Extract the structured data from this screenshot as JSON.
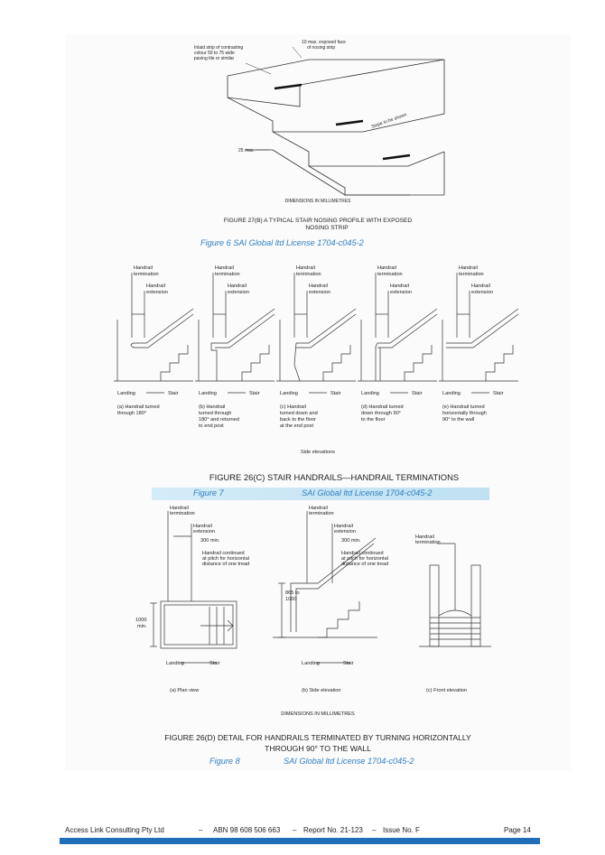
{
  "fig6": {
    "labels": {
      "inlaid": [
        "Inlaid strip of contrasting",
        "colour 50 to 75 wide",
        "paving tile or similar"
      ],
      "exposed": [
        "10 max. exposed face",
        "of nosing strip"
      ],
      "max25": "25 max.",
      "slope": "Slope to be shown",
      "dimensions": "DIMENSIONS IN MILLIMETRES",
      "caption1": "FIGURE 27(B) A TYPICAL STAIR NOSING PROFILE WITH EXPOSED",
      "caption2": "NOSING STRIP"
    },
    "ref": "Figure 6  SAI Global ltd License 1704-c045-2"
  },
  "fig7": {
    "termination": [
      "Handrail",
      "termination"
    ],
    "extension": [
      "Handrail",
      "extension"
    ],
    "landing": "Landing",
    "stair": "Stair",
    "variants": [
      [
        "(a) Handrail turned",
        "through 180°"
      ],
      [
        "(b) Handrail",
        "turned through",
        "180° and returned",
        "to end post"
      ],
      [
        "(c) Handrail",
        "turned down and",
        "back to the floor",
        "at the end post"
      ],
      [
        "(d) Handrail turned",
        "down through 90°",
        "to the floor"
      ],
      [
        "(e) Handrail turned",
        "horizontally through",
        "90° to the wall"
      ]
    ],
    "side": "Side elevations",
    "caption": "FIGURE 26(C) STAIR HANDRAILS—HANDRAIL TERMINATIONS",
    "ref_left": "Figure 7",
    "ref_right": "SAI Global ltd License 1704-c045-2"
  },
  "fig8": {
    "termination": [
      "Handrail",
      "termination"
    ],
    "extension": [
      "Handrail",
      "extension"
    ],
    "min300": "300 min.",
    "continued": [
      "Handrail continued",
      "at pitch for horizontal",
      "distance of one tread"
    ],
    "min1000": [
      "1000",
      "min."
    ],
    "h865": [
      "865 to",
      "1000"
    ],
    "landing": "Landing",
    "stair": "Stair",
    "front_term": [
      "Handrail",
      "termination"
    ],
    "views": [
      "(a) Plan view",
      "(b) Side elevation",
      "(c) Front elevation"
    ],
    "dimensions": "DIMENSIONS IN MILLIMETRES",
    "caption1": "FIGURE 26(D) DETAIL FOR HANDRAILS TERMINATED BY TURNING HORIZONTALLY",
    "caption2": "THROUGH 90° TO THE WALL",
    "ref_left": "Figure 8",
    "ref_right": "SAI Global ltd License 1704-c045-2"
  },
  "footer": {
    "company": "Access Link Consulting Pty Ltd",
    "sep": "–",
    "abn": "ABN 98 608 506 663",
    "report": "Report No. 21-123",
    "issue": "Issue No. F",
    "page": "Page 14"
  },
  "colors": {
    "accent": "#1e6fb8",
    "figref": "#2f7fc1",
    "ribbon": "#cfe9f6"
  }
}
